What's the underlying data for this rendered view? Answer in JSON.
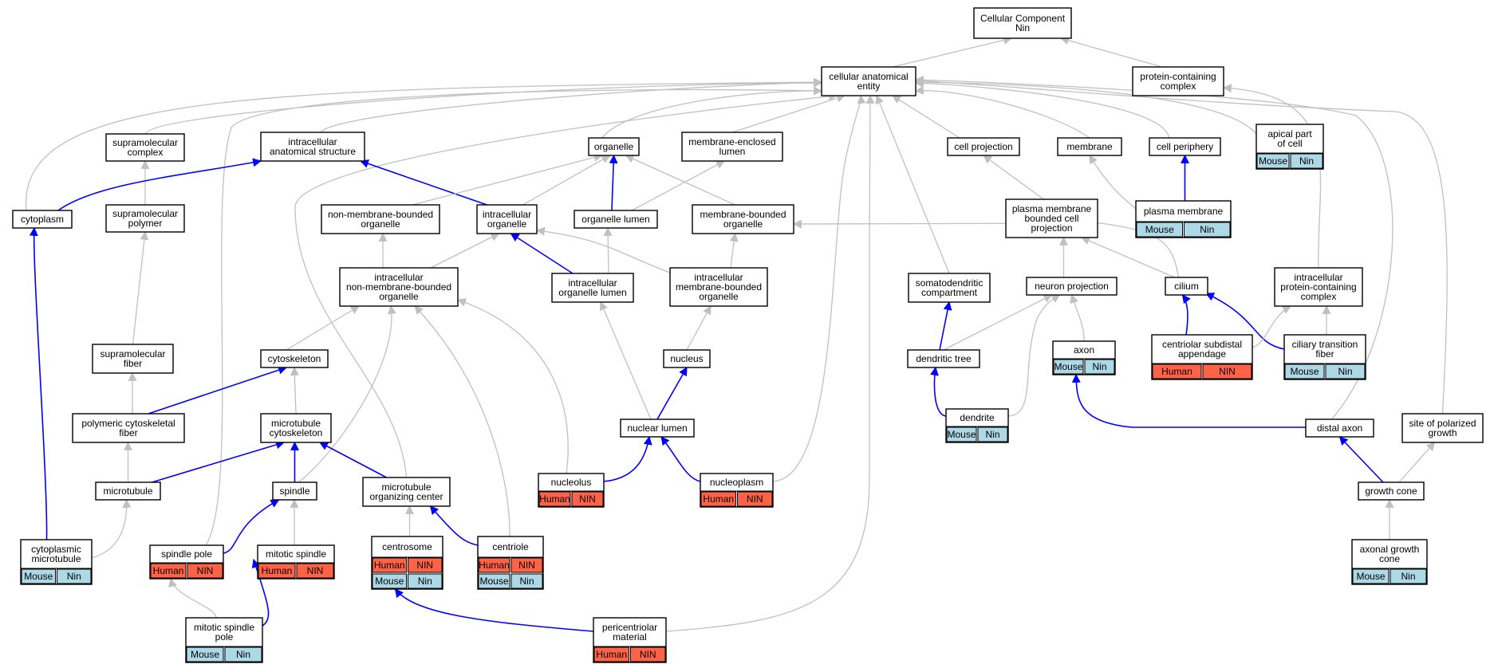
{
  "colors": {
    "gray_edge": "#c0c0c0",
    "blue_edge": "#0000ff",
    "human_fill": "#ff6347",
    "mouse_fill": "#add8e6",
    "node_fill": "#ffffff",
    "border": "#000000"
  },
  "nodes": [
    {
      "id": "cc",
      "lines": [
        "Cellular Component",
        "Nin"
      ]
    },
    {
      "id": "cae",
      "lines": [
        "cellular anatomical",
        "entity"
      ]
    },
    {
      "id": "pcc",
      "lines": [
        "protein-containing",
        "complex"
      ]
    },
    {
      "id": "smc",
      "lines": [
        "supramolecular",
        "complex"
      ]
    },
    {
      "id": "ias",
      "lines": [
        "intracellular",
        "anatomical structure"
      ]
    },
    {
      "id": "org",
      "lines": [
        "organelle"
      ]
    },
    {
      "id": "mel",
      "lines": [
        "membrane-enclosed",
        "lumen"
      ]
    },
    {
      "id": "cp",
      "lines": [
        "cell projection"
      ]
    },
    {
      "id": "mem",
      "lines": [
        "membrane"
      ]
    },
    {
      "id": "cper",
      "lines": [
        "cell periphery"
      ]
    },
    {
      "id": "apc",
      "lines": [
        "apical part",
        "of cell"
      ],
      "tags": [
        "Mouse",
        "Nin"
      ]
    },
    {
      "id": "cyto",
      "lines": [
        "cytoplasm"
      ]
    },
    {
      "id": "smp",
      "lines": [
        "supramolecular",
        "polymer"
      ]
    },
    {
      "id": "nmbo",
      "lines": [
        "non-membrane-bounded",
        "organelle"
      ]
    },
    {
      "id": "io",
      "lines": [
        "intracellular",
        "organelle"
      ]
    },
    {
      "id": "ol",
      "lines": [
        "organelle lumen"
      ]
    },
    {
      "id": "mbo",
      "lines": [
        "membrane-bounded",
        "organelle"
      ]
    },
    {
      "id": "pmbcp",
      "lines": [
        "plasma membrane",
        "bounded cell",
        "projection"
      ]
    },
    {
      "id": "pm",
      "lines": [
        "plasma membrane"
      ],
      "tags": [
        "Mouse",
        "Nin"
      ]
    },
    {
      "id": "inmbo",
      "lines": [
        "intracellular",
        "non-membrane-bounded",
        "organelle"
      ]
    },
    {
      "id": "iol",
      "lines": [
        "intracellular",
        "organelle lumen"
      ]
    },
    {
      "id": "imbo",
      "lines": [
        "intracellular",
        "membrane-bounded",
        "organelle"
      ]
    },
    {
      "id": "sdc",
      "lines": [
        "somatodendritic",
        "compartment"
      ]
    },
    {
      "id": "np",
      "lines": [
        "neuron projection"
      ]
    },
    {
      "id": "cil",
      "lines": [
        "cilium"
      ]
    },
    {
      "id": "ipcc",
      "lines": [
        "intracellular",
        "protein-containing",
        "complex"
      ]
    },
    {
      "id": "smf",
      "lines": [
        "supramolecular",
        "fiber"
      ]
    },
    {
      "id": "csk",
      "lines": [
        "cytoskeleton"
      ]
    },
    {
      "id": "nuc",
      "lines": [
        "nucleus"
      ]
    },
    {
      "id": "dt",
      "lines": [
        "dendritic tree"
      ]
    },
    {
      "id": "axon",
      "lines": [
        "axon"
      ],
      "tags": [
        "Mouse",
        "Nin"
      ]
    },
    {
      "id": "csa",
      "lines": [
        "centriolar subdistal",
        "appendage"
      ],
      "tags": [
        "Human",
        "NIN"
      ]
    },
    {
      "id": "ctf",
      "lines": [
        "ciliary transition",
        "fiber"
      ],
      "tags": [
        "Mouse",
        "Nin"
      ]
    },
    {
      "id": "pcf",
      "lines": [
        "polymeric cytoskeletal",
        "fiber"
      ]
    },
    {
      "id": "mtc",
      "lines": [
        "microtubule",
        "cytoskeleton"
      ]
    },
    {
      "id": "nl",
      "lines": [
        "nuclear lumen"
      ]
    },
    {
      "id": "den",
      "lines": [
        "dendrite"
      ],
      "tags": [
        "Mouse",
        "Nin"
      ]
    },
    {
      "id": "dax",
      "lines": [
        "distal axon"
      ]
    },
    {
      "id": "spg",
      "lines": [
        "site of polarized",
        "growth"
      ]
    },
    {
      "id": "mt",
      "lines": [
        "microtubule"
      ]
    },
    {
      "id": "spn",
      "lines": [
        "spindle"
      ]
    },
    {
      "id": "mtoc",
      "lines": [
        "microtubule",
        "organizing center"
      ]
    },
    {
      "id": "nclo",
      "lines": [
        "nucleolus"
      ],
      "tags": [
        "Human",
        "NIN"
      ]
    },
    {
      "id": "nplm",
      "lines": [
        "nucleoplasm"
      ],
      "tags": [
        "Human",
        "NIN"
      ]
    },
    {
      "id": "gc",
      "lines": [
        "growth cone"
      ]
    },
    {
      "id": "cmt",
      "lines": [
        "cytoplasmic",
        "microtubule"
      ],
      "tags": [
        "Mouse",
        "Nin"
      ]
    },
    {
      "id": "spp",
      "lines": [
        "spindle pole"
      ],
      "tags": [
        "Human",
        "NIN"
      ]
    },
    {
      "id": "msp",
      "lines": [
        "mitotic spindle"
      ],
      "tags": [
        "Human",
        "NIN"
      ]
    },
    {
      "id": "csm",
      "lines": [
        "centrosome"
      ],
      "tags": [
        "Human",
        "NIN",
        "Mouse",
        "Nin"
      ]
    },
    {
      "id": "ctl",
      "lines": [
        "centriole"
      ],
      "tags": [
        "Human",
        "NIN",
        "Mouse",
        "Nin"
      ]
    },
    {
      "id": "agc",
      "lines": [
        "axonal growth",
        "cone"
      ],
      "tags": [
        "Mouse",
        "Nin"
      ]
    },
    {
      "id": "mspp",
      "lines": [
        "mitotic spindle",
        "pole"
      ],
      "tags": [
        "Mouse",
        "Nin"
      ]
    },
    {
      "id": "pcm",
      "lines": [
        "pericentriolar",
        "material"
      ],
      "tags": [
        "Human",
        "NIN"
      ]
    }
  ]
}
